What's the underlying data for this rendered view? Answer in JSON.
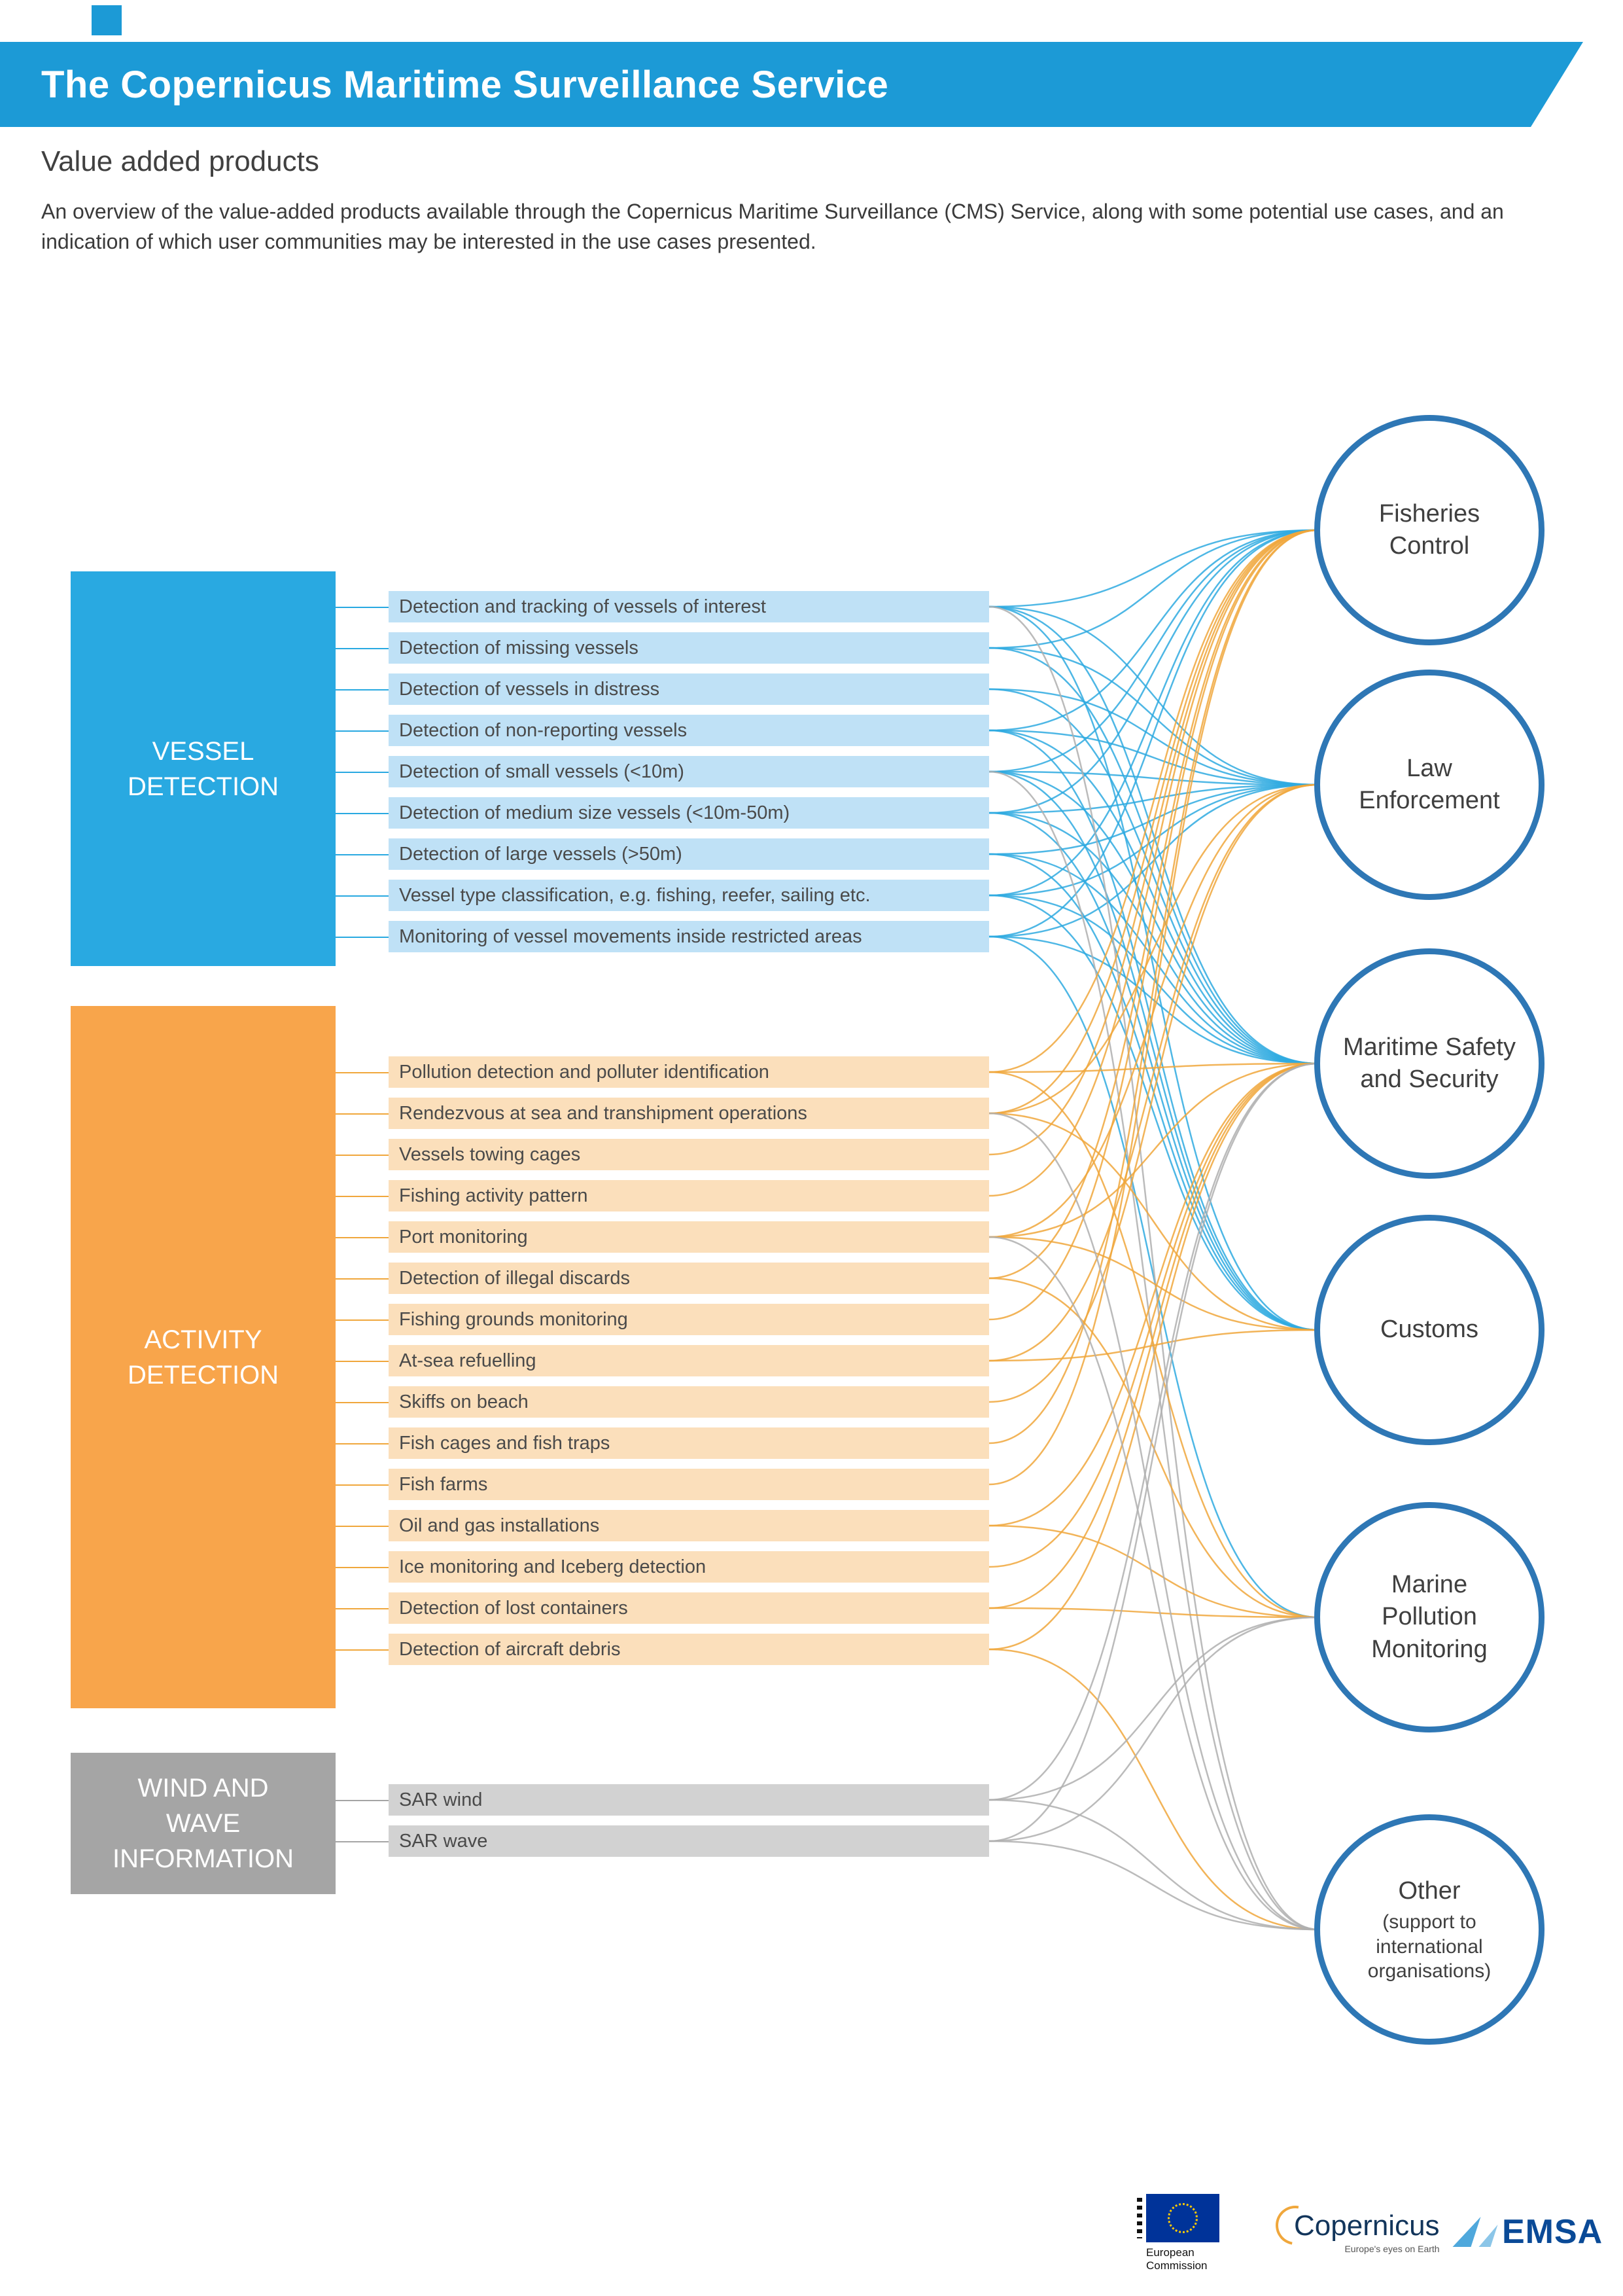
{
  "header": {
    "title": "The Copernicus Maritime Surveillance Service",
    "subtitle": "Value added products",
    "description": "An overview of the value-added products available through the Copernicus Maritime Surveillance (CMS) Service, along with some potential use cases, and an indication of which user communities may be interested in the use cases presented."
  },
  "colors": {
    "banner": "#1c9ad6",
    "vessel_box": "#29a9e1",
    "vessel_row": "#bfe1f6",
    "activity_box": "#f8a54b",
    "activity_row": "#fbdfbb",
    "wind_box": "#a5a5a5",
    "wind_row": "#d2d2d2",
    "circle_border": "#2e77b5",
    "lines": {
      "blue": "#2faae1",
      "orange": "#f0a73c",
      "gray": "#afafaf"
    }
  },
  "categories": [
    {
      "id": "vessel",
      "label": "VESSEL DETECTION",
      "items": [
        "Detection and tracking of vessels of interest",
        "Detection of missing vessels",
        "Detection of vessels in distress",
        "Detection of non-reporting vessels",
        "Detection of small vessels (<10m)",
        "Detection of medium size vessels (<10m-50m)",
        "Detection of large vessels (>50m)",
        "Vessel type classification, e.g. fishing, reefer, sailing etc.",
        "Monitoring of vessel movements inside restricted areas"
      ]
    },
    {
      "id": "activity",
      "label": "ACTIVITY DETECTION",
      "items": [
        "Pollution detection and polluter identification",
        "Rendezvous at sea and transhipment operations",
        "Vessels towing cages",
        "Fishing activity pattern",
        "Port monitoring",
        "Detection of illegal discards",
        "Fishing grounds monitoring",
        "At-sea refuelling",
        "Skiffs on beach",
        "Fish cages and fish traps",
        "Fish farms",
        "Oil and gas installations",
        "Ice monitoring and Iceberg detection",
        "Detection of lost containers",
        "Detection of aircraft debris"
      ]
    },
    {
      "id": "wind",
      "label": "WIND AND WAVE INFORMATION",
      "items": [
        "SAR wind",
        "SAR wave"
      ]
    }
  ],
  "communities": [
    {
      "label": "Fisheries Control"
    },
    {
      "label": "Law Enforcement"
    },
    {
      "label": "Maritime Safety and Security"
    },
    {
      "label": "Customs"
    },
    {
      "label": "Marine Pollution Monitoring"
    },
    {
      "label": "Other",
      "sublabel": "(support to international organisations)"
    }
  ],
  "connections": [
    {
      "source": "v1",
      "targets": [
        0,
        1,
        2,
        3
      ],
      "color": "blue"
    },
    {
      "source": "v2",
      "targets": [
        0,
        1,
        2
      ],
      "color": "blue"
    },
    {
      "source": "v3",
      "targets": [
        1,
        2
      ],
      "color": "blue"
    },
    {
      "source": "v4",
      "targets": [
        0,
        1,
        2,
        3
      ],
      "color": "blue"
    },
    {
      "source": "v5",
      "targets": [
        0,
        1,
        2,
        3
      ],
      "color": "blue"
    },
    {
      "source": "v6",
      "targets": [
        0,
        1,
        2,
        3
      ],
      "color": "blue"
    },
    {
      "source": "v7",
      "targets": [
        1,
        2,
        3
      ],
      "color": "blue"
    },
    {
      "source": "v8",
      "targets": [
        0,
        1,
        2,
        3
      ],
      "color": "blue"
    },
    {
      "source": "v9",
      "targets": [
        0,
        1,
        2,
        4
      ],
      "color": "blue"
    },
    {
      "source": "v1",
      "targets": [
        5
      ],
      "color": "gray"
    },
    {
      "source": "v5",
      "targets": [
        5
      ],
      "color": "gray"
    },
    {
      "source": "a1",
      "targets": [
        0,
        2,
        4
      ],
      "color": "orange"
    },
    {
      "source": "a2",
      "targets": [
        0,
        1,
        3
      ],
      "color": "orange"
    },
    {
      "source": "a3",
      "targets": [
        0
      ],
      "color": "orange"
    },
    {
      "source": "a4",
      "targets": [
        0
      ],
      "color": "orange"
    },
    {
      "source": "a5",
      "targets": [
        1,
        2,
        3
      ],
      "color": "orange"
    },
    {
      "source": "a6",
      "targets": [
        0,
        4
      ],
      "color": "orange"
    },
    {
      "source": "a7",
      "targets": [
        0
      ],
      "color": "orange"
    },
    {
      "source": "a8",
      "targets": [
        1,
        3
      ],
      "color": "orange"
    },
    {
      "source": "a9",
      "targets": [
        1
      ],
      "color": "orange"
    },
    {
      "source": "a10",
      "targets": [
        0
      ],
      "color": "orange"
    },
    {
      "source": "a11",
      "targets": [
        0
      ],
      "color": "orange"
    },
    {
      "source": "a12",
      "targets": [
        2,
        4
      ],
      "color": "orange"
    },
    {
      "source": "a13",
      "targets": [
        2
      ],
      "color": "orange"
    },
    {
      "source": "a14",
      "targets": [
        2,
        4
      ],
      "color": "orange"
    },
    {
      "source": "a15",
      "targets": [
        2,
        5
      ],
      "color": "orange"
    },
    {
      "source": "a2",
      "targets": [
        5
      ],
      "color": "gray"
    },
    {
      "source": "a5",
      "targets": [
        5
      ],
      "color": "gray"
    },
    {
      "source": "w1",
      "targets": [
        2,
        4,
        5
      ],
      "color": "gray"
    },
    {
      "source": "w2",
      "targets": [
        2,
        4,
        5
      ],
      "color": "gray"
    }
  ],
  "footer": {
    "european_commission": "European Commission",
    "copernicus": "Copernicus",
    "copernicus_tagline": "Europe's eyes on Earth",
    "emsa": "EMSA"
  }
}
